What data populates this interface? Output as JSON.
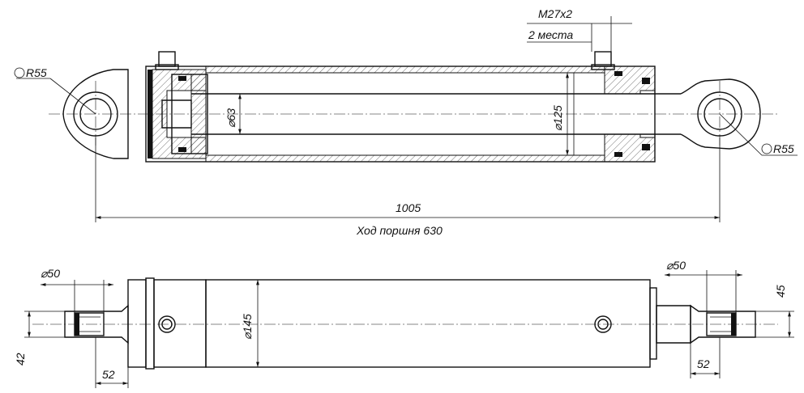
{
  "labels": {
    "thread": "M27x2",
    "places": "2 места",
    "radius_left": "R55",
    "radius_right": "R55",
    "dia_rod": "⌀63",
    "dia_bore": "⌀125",
    "overall_length": "1005",
    "stroke": "Ход поршня 630",
    "dia_pin_left": "⌀50",
    "dia_pin_right": "⌀50",
    "dia_body": "⌀145",
    "width_right": "45",
    "width_left": "42",
    "lug_left": "52",
    "lug_right": "52"
  }
}
